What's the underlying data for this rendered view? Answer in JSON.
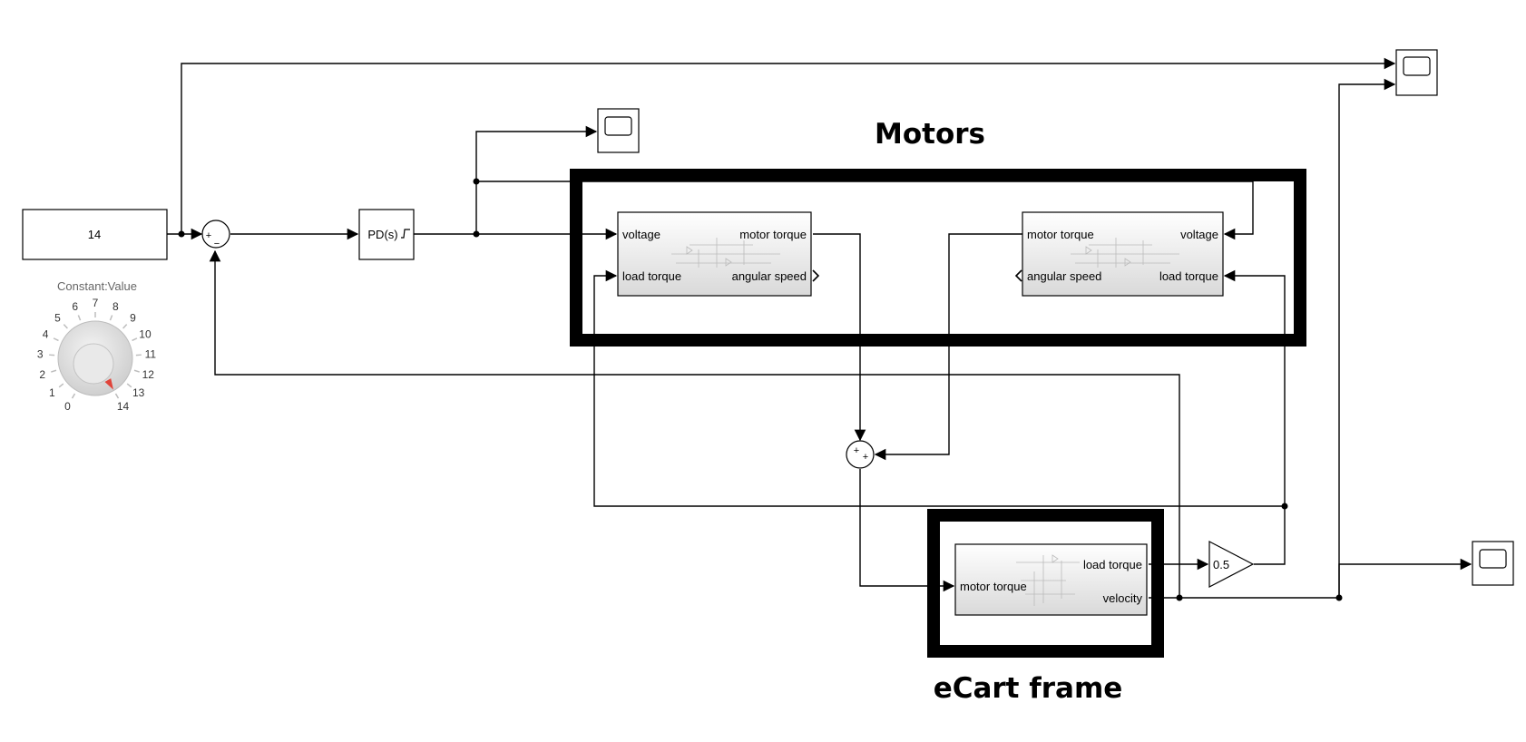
{
  "constant_block": {
    "value": "14"
  },
  "knob": {
    "title": "Constant:Value",
    "ticks": [
      "0",
      "1",
      "2",
      "3",
      "4",
      "5",
      "6",
      "7",
      "8",
      "9",
      "10",
      "11",
      "12",
      "13",
      "14"
    ],
    "value": 14,
    "min": 0,
    "max": 14,
    "needle_color": "#e0443a"
  },
  "sum_left": {
    "signs": [
      "+",
      "−"
    ]
  },
  "sum_right": {
    "signs": [
      "+",
      "+"
    ]
  },
  "pid_block": {
    "label": "PD(s)"
  },
  "groups": {
    "motors_title": "Motors",
    "frame_title": "eCart frame"
  },
  "motor_left": {
    "in_voltage": "voltage",
    "in_load": "load torque",
    "out_torque": "motor torque",
    "out_speed": "angular speed"
  },
  "motor_right": {
    "out_torque": "motor torque",
    "out_speed": "angular speed",
    "in_voltage": "voltage",
    "in_load": "load torque"
  },
  "frame_block": {
    "in_torque": "motor torque",
    "out_load": "load torque",
    "out_velocity": "velocity"
  },
  "gain_block": {
    "value": "0.5"
  },
  "colors": {
    "wire": "#000000",
    "subsystem_top": "#ffffff",
    "subsystem_bottom": "#d9d9d9"
  }
}
